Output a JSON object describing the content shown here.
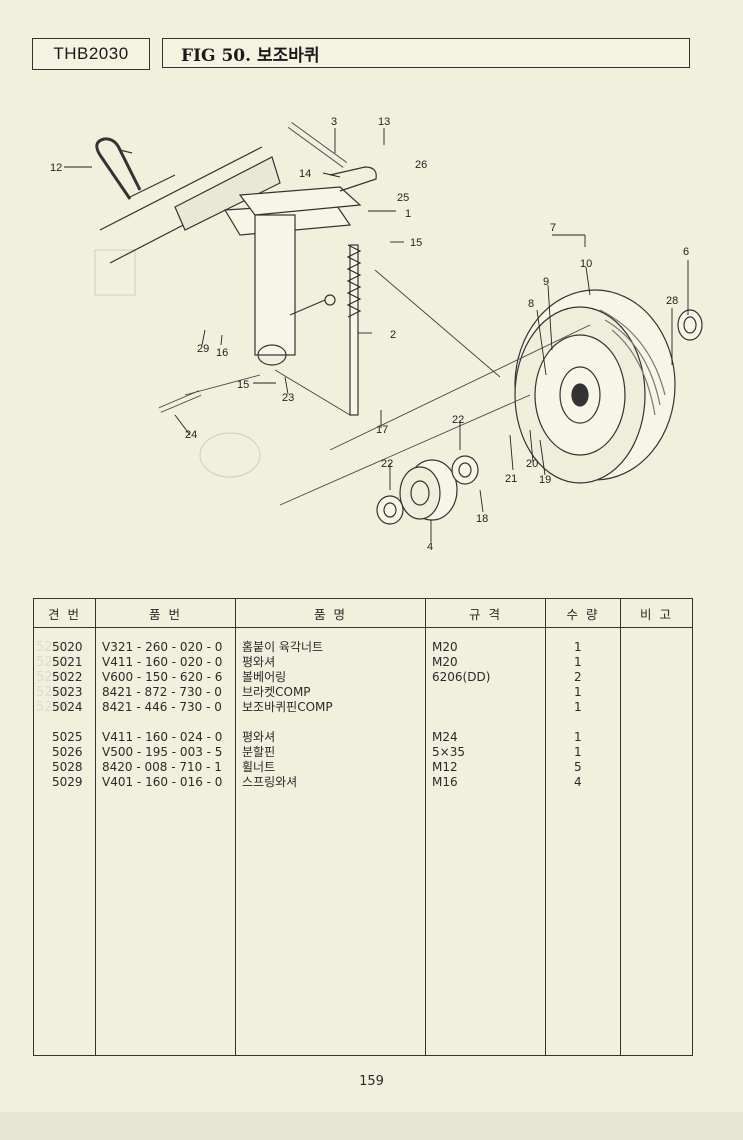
{
  "header": {
    "model": "THB2030",
    "figure_title": "FIG 50. 보조바퀴"
  },
  "diagram": {
    "callouts": [
      "1",
      "2",
      "3",
      "4",
      "6",
      "7",
      "8",
      "9",
      "10",
      "12",
      "13",
      "14",
      "15",
      "15",
      "16",
      "17",
      "18",
      "19",
      "20",
      "21",
      "22",
      "22",
      "23",
      "24",
      "25",
      "26",
      "28",
      "29"
    ]
  },
  "table": {
    "headers": [
      "견 번",
      "품 번",
      "품 명",
      "규 격",
      "수 량",
      "비 고"
    ],
    "rows": [
      {
        "no": "5020",
        "part": "V321 - 260 - 020 - 0",
        "name": "홈붙이 육각너트",
        "spec": "M20",
        "qty": "1",
        "note": ""
      },
      {
        "no": "5021",
        "part": "V411 - 160 - 020 - 0",
        "name": "평와셔",
        "spec": "M20",
        "qty": "1",
        "note": ""
      },
      {
        "no": "5022",
        "part": "V600 - 150 - 620 - 6",
        "name": "볼베어링",
        "spec": "6206(DD)",
        "qty": "2",
        "note": ""
      },
      {
        "no": "5023",
        "part": "8421 - 872 - 730 - 0",
        "name": "브라켓COMP",
        "spec": "",
        "qty": "1",
        "note": ""
      },
      {
        "no": "5024",
        "part": "8421 - 446 - 730 - 0",
        "name": "보조바퀴핀COMP",
        "spec": "",
        "qty": "1",
        "note": ""
      },
      {
        "no": "5025",
        "part": "V411 - 160 - 024 - 0",
        "name": "평와셔",
        "spec": "M24",
        "qty": "1",
        "note": ""
      },
      {
        "no": "5026",
        "part": "V500 - 195 - 003 - 5",
        "name": "분할핀",
        "spec": "5×35",
        "qty": "1",
        "note": ""
      },
      {
        "no": "5028",
        "part": "8420 - 008 - 710 - 1",
        "name": "휠너트",
        "spec": "M12",
        "qty": "5",
        "note": ""
      },
      {
        "no": "5029",
        "part": "V401 - 160 - 016 - 0",
        "name": "스프링와셔",
        "spec": "M16",
        "qty": "4",
        "note": ""
      }
    ]
  },
  "page_number": "159"
}
